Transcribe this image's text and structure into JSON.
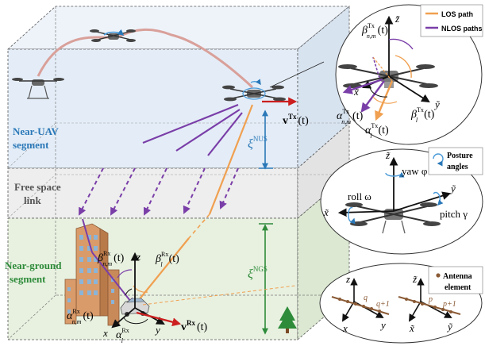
{
  "colors": {
    "los": "#f0a050",
    "nlos": "#7a3ea8",
    "near_uav_fill": "#e4edf7",
    "free_space_fill": "#eeeeee",
    "near_ground_fill": "#e8f1e0",
    "near_uav_text": "#2a78b8",
    "near_ground_text": "#2e8b3a",
    "free_space_text": "#555555",
    "vector": "#cc1f1f",
    "rotate_arrow": "#4a9ad8"
  },
  "segments": {
    "near_uav": [
      "Near-UAV",
      "segment"
    ],
    "free_space": [
      "Free space",
      "link"
    ],
    "near_ground": [
      "Near-ground",
      "segment"
    ]
  },
  "height_labels": {
    "nus": {
      "base": "ξ",
      "sup": "NUS"
    },
    "ngs": {
      "base": "ξ",
      "sup": "NGS"
    }
  },
  "vectors": {
    "tx": {
      "base": "v",
      "sup": "Tx",
      "arg": "(t)"
    },
    "rx": {
      "base": "v",
      "sup": "Rx",
      "arg": "(t)"
    }
  },
  "legend": {
    "los": "LOS path",
    "nlos": "NLOS paths"
  },
  "tx_angles": {
    "beta_nm": {
      "base": "β",
      "sup": "Tx",
      "sub": "n,m",
      "arg": "(t)"
    },
    "alpha_nm": {
      "base": "α",
      "sup": "Tx",
      "sub": "n,m",
      "arg": "(t)"
    },
    "beta_l": {
      "base": "β",
      "sup": "Tx",
      "sub": "l",
      "arg": "(t)"
    },
    "alpha_l": {
      "base": "α",
      "sup": "Tx",
      "sub": "l",
      "arg": "(t)"
    },
    "axis_x": "x̃",
    "axis_y": "ỹ",
    "axis_z": "z̃"
  },
  "rx_angles": {
    "beta_nm": {
      "base": "β",
      "sup": "Rx",
      "sub": "n,m",
      "arg": "(t)"
    },
    "beta_l": {
      "base": "β",
      "sup": "Rx",
      "sub": "l",
      "arg": "(t)"
    },
    "alpha_nm": {
      "base": "α",
      "sup": "Rx",
      "sub": "n,m",
      "arg": "(t)"
    },
    "alpha_l": {
      "base": "α",
      "sup": "Rx",
      "sub": "l",
      "arg": ""
    },
    "axis_x": "x",
    "axis_y": "y",
    "axis_z": "z"
  },
  "posture": {
    "title": [
      "Posture",
      "angles"
    ],
    "yaw": "yaw φ",
    "roll": "roll ω",
    "pitch": "pitch γ",
    "axis_x": "x̃",
    "axis_y": "ỹ",
    "axis_z": "z̃"
  },
  "antenna": {
    "title": [
      "Antenna",
      "element"
    ],
    "q": "q",
    "q1": "q+1",
    "p": "p",
    "p1": "p+1",
    "axis_x": "x",
    "axis_y": "y",
    "axis_z": "z",
    "axis_xt": "x̃",
    "axis_yt": "ỹ",
    "axis_zt": "z̃"
  }
}
